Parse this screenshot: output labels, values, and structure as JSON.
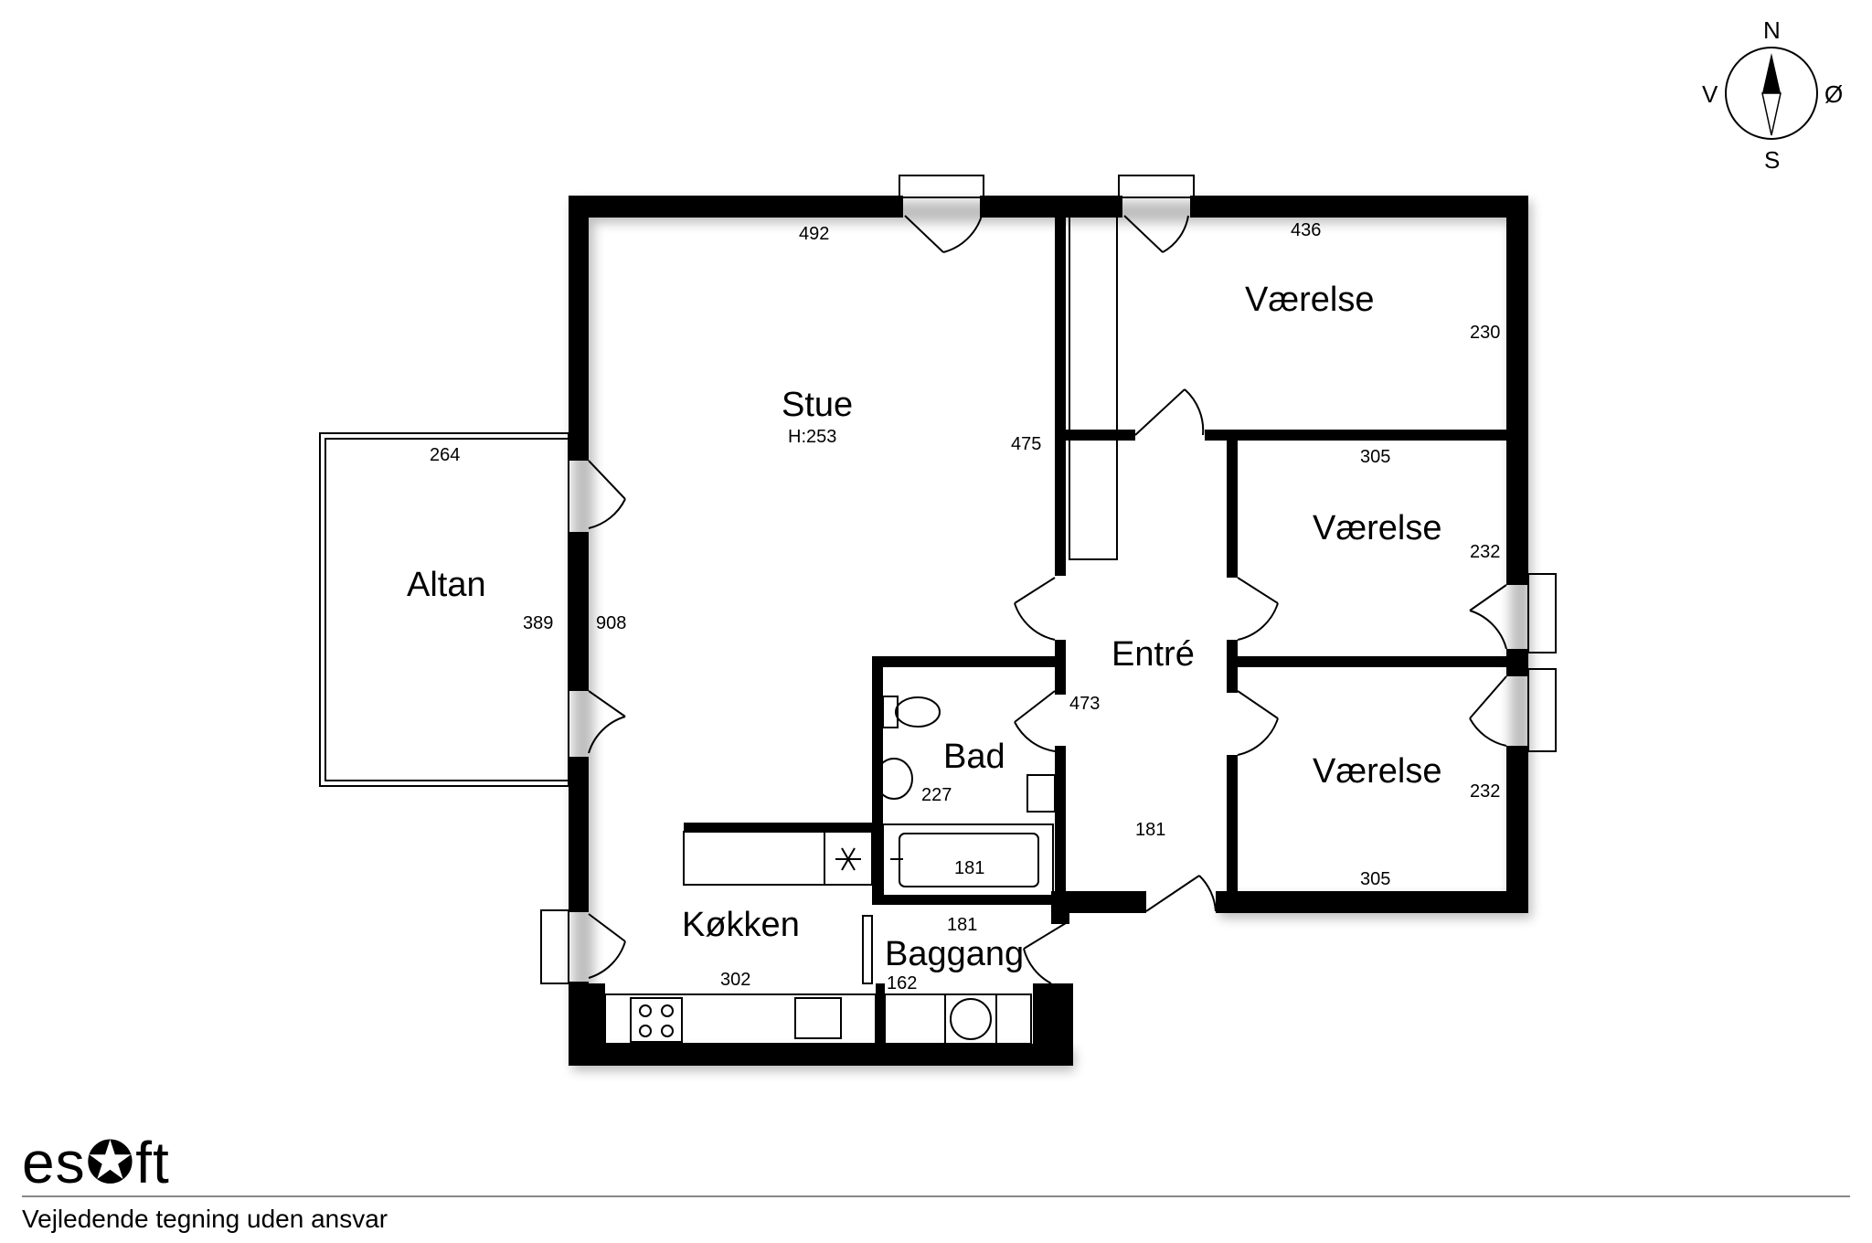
{
  "rooms": {
    "stue": "Stue",
    "stue_height": "H:253",
    "altan": "Altan",
    "vaerelse_1": "Værelse",
    "vaerelse_2": "Værelse",
    "vaerelse_3": "Værelse",
    "entre": "Entré",
    "bad": "Bad",
    "koekken": "Køkken",
    "baggang": "Baggang"
  },
  "dimensions": {
    "stue_top": "492",
    "stue_right": "475",
    "stue_left": "908",
    "altan_top": "264",
    "altan_right": "389",
    "v1_top": "436",
    "v1_right": "230",
    "v2_top": "305",
    "v2_right": "232",
    "v3_right": "232",
    "v3_bottom": "305",
    "entre_left": "473",
    "entre_bottom": "181",
    "bad_right": "227",
    "bath_width": "181",
    "baggang_top": "181",
    "baggang_left": "162",
    "koekken_bottom": "302"
  },
  "compass": {
    "n": "N",
    "s": "S",
    "v": "V",
    "o": "Ø"
  },
  "footer": {
    "brand": "es",
    "brand_tail": "ft",
    "disclaimer": "Vejledende tegning uden ansvar"
  }
}
